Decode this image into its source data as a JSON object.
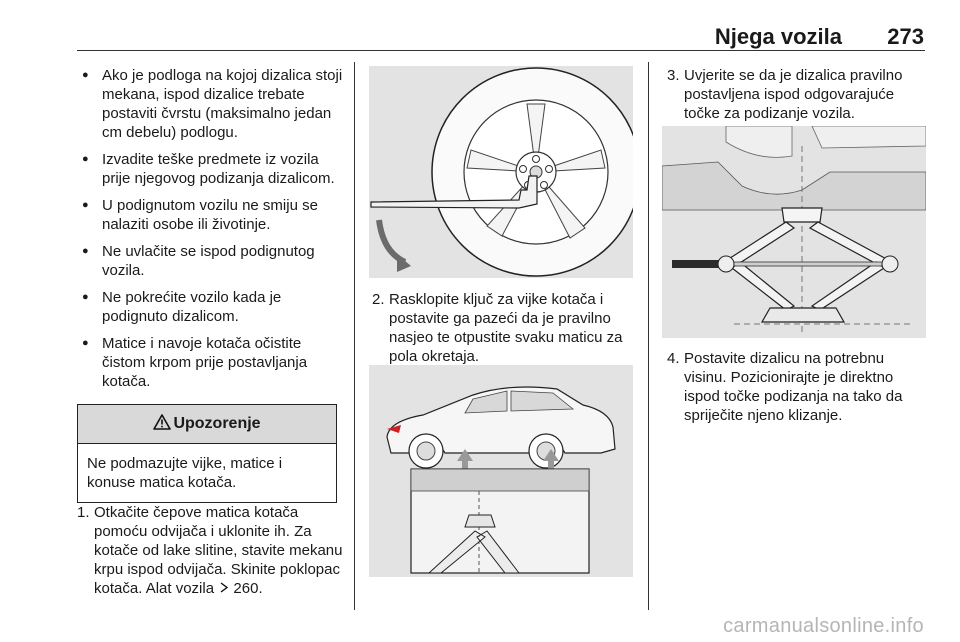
{
  "header": {
    "title": "Njega vozila",
    "page_number": "273"
  },
  "left_column": {
    "bullets": [
      "Ako je podloga na kojoj dizalica stoji mekana, ispod dizalice trebate postaviti čvrstu (maksimalno jedan cm debelu) podlogu.",
      "Izvadite teške predmete iz vozila prije njegovog podizanja dizalicom.",
      "U podignutom vozilu ne smiju se nalaziti osobe ili životinje.",
      "Ne uvlačite se ispod podignutog vozila.",
      "Ne pokrećite vozilo kada je podignuto dizalicom.",
      "Matice i navoje kotača očistite čistom krpom prije postavljanja kotača."
    ],
    "warning": {
      "icon": "warning-triangle-icon",
      "title": "Upozorenje",
      "text": "Ne podmazujte vijke, matice i konuse matica kotača."
    },
    "step1": {
      "number": "1.",
      "text": "Otkačite čepove matica kotača pomoću odvijača i uklonite ih. Za kotače od lake slitine, stavite mekanu krpu ispod odvijača. Skinite poklopac kotača. Alat vozila",
      "ref_icon": "page-reference-icon",
      "ref_page": "260."
    }
  },
  "middle_column": {
    "step2": {
      "number": "2.",
      "text": "Rasklopite ključ za vijke kotača i postavite ga pazeći da je pravilno nasjeo te otpustite svaku maticu za pola okretaja."
    }
  },
  "right_column": {
    "step3": {
      "number": "3.",
      "text": "Uvjerite se da je dizalica pravilno postavljena ispod odgovarajuće točke za podizanje vozila."
    },
    "step4": {
      "number": "4.",
      "text": "Postavite dizalicu na potrebnu visinu. Pozicionirajte je direktno ispod točke podizanja na tako da spriječite njeno klizanje."
    }
  },
  "watermark": "carmanualsonline.info"
}
